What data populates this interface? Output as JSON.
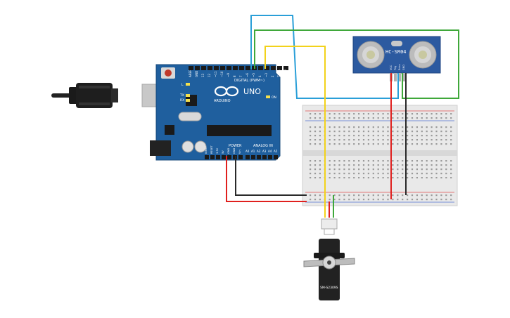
{
  "arduino": {
    "model": "UNO",
    "brand": "ARDUINO",
    "digital_header_label": "DIGITAL (PWM~)",
    "power_label": "POWER",
    "analog_label": "ANALOG IN",
    "aref": "AREF",
    "gnd": "GND",
    "digital_pins": [
      "13",
      "12",
      "~11",
      "~10",
      "~9",
      "8",
      "7",
      "~6",
      "~5",
      "4",
      "~3",
      "2",
      "TX→1",
      "RX←0"
    ],
    "power_pins": [
      "IOREF",
      "RESET",
      "3.3V",
      "5V",
      "GND",
      "GND",
      "Vin"
    ],
    "analog_pins": [
      "A0",
      "A1",
      "A2",
      "A3",
      "A4",
      "A5"
    ],
    "led_l": "L",
    "led_tx": "TX",
    "led_rx": "RX",
    "led_on": "ON"
  },
  "sensor": {
    "label": "HC-SR04",
    "pins": [
      "VCC",
      "Trig",
      "Echo",
      "GND"
    ]
  },
  "servo": {
    "label": "SM-S2309S"
  },
  "colors": {
    "board": "#1f5f9e",
    "sensor_board": "#2c5aa0",
    "wire_red": "#e0201e",
    "wire_black": "#2a2a2a",
    "wire_yellow": "#f2d21b",
    "wire_green": "#3fa83a",
    "wire_blue": "#2a9fd8",
    "breadboard": "#e9e9e9"
  }
}
